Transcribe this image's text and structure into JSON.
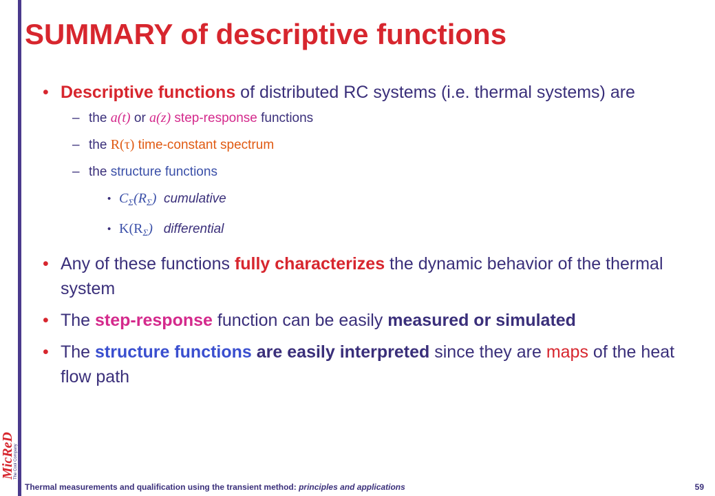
{
  "slide": {
    "title": "SUMMARY of descriptive functions",
    "logo_text": "MicReD",
    "logo_tagline": "The Cool Company",
    "bullets": {
      "b1_a": "Descriptive functions",
      "b1_b": " of distributed RC systems (i.e. thermal systems) are",
      "sub1_dash": "–",
      "sub1_a": "the ",
      "sub1_m1": "a(t)",
      "sub1_b": " or ",
      "sub1_m2": "a(z)",
      "sub1_c": " step-response",
      "sub1_d": " functions",
      "sub2_dash": "–",
      "sub2_a": "the ",
      "sub2_m": "R(τ)",
      "sub2_b": " time-constant spectrum",
      "sub3_dash": "–",
      "sub3_a": "the ",
      "sub3_b": "structure functions",
      "ss1_m": "C",
      "ss1_idx1": "Σ",
      "ss1_m2": "(R",
      "ss1_idx2": "Σ",
      "ss1_m3": ")",
      "ss1_t": "cumulative",
      "ss2_m": "K(R",
      "ss2_idx": "Σ",
      "ss2_m2": ")",
      "ss2_t": "differential",
      "b2_a": "Any of these functions ",
      "b2_b": "fully characterizes",
      "b2_c": " the dynamic behavior of the thermal system",
      "b3_a": "The ",
      "b3_b": "step-response",
      "b3_c": " function can be easily ",
      "b3_d": "measured or simulated",
      "b4_a": "The ",
      "b4_b": "structure functions",
      "b4_c": " are easily interpreted",
      "b4_d": " since they are ",
      "b4_e": "maps",
      "b4_f": " of the heat flow path"
    },
    "footer": {
      "text": "Thermal measurements and qualification using the transient method: ",
      "text_italic": "principles and applications",
      "page": "59"
    },
    "colors": {
      "title": "#d7262e",
      "body": "#3a2f7a",
      "accent_pink": "#d42a8c",
      "accent_orange": "#e05a12",
      "accent_blue": "#3a4fcf"
    }
  }
}
